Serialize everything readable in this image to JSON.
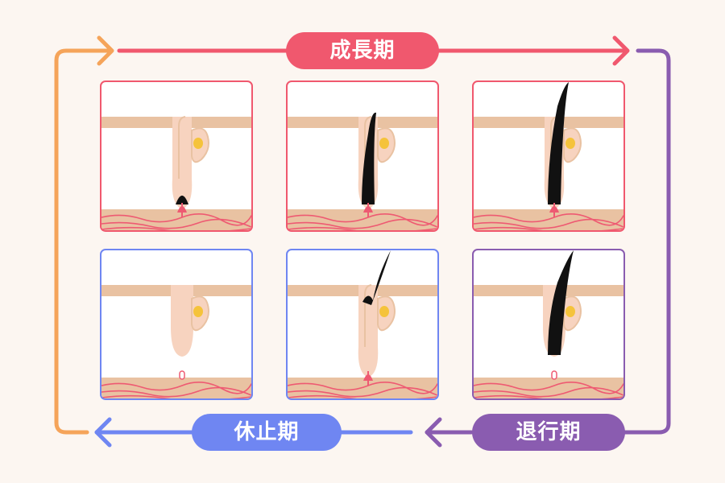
{
  "phases": {
    "growth": {
      "label": "成長期",
      "color": "#f0586e"
    },
    "catagen": {
      "label": "退行期",
      "color": "#8a5cb0"
    },
    "telogen": {
      "label": "休止期",
      "color": "#6f86f2"
    },
    "transition": {
      "color": "#f5a45a"
    }
  },
  "diagram": {
    "colors": {
      "skin": "#e9c2a2",
      "dermis": "#ffffff",
      "follicle": "#f7d3bf",
      "hair": "#111111",
      "vessel": "#ee5a72",
      "gland": "#f5c33b"
    },
    "panels": [
      {
        "id": "growth-1",
        "phase": "growth",
        "hair": "bulb-early"
      },
      {
        "id": "growth-2",
        "phase": "growth",
        "hair": "emerging"
      },
      {
        "id": "growth-3",
        "phase": "growth",
        "hair": "full"
      },
      {
        "id": "telogen-1",
        "phase": "telogen",
        "hair": "none-shed"
      },
      {
        "id": "telogen-2",
        "phase": "telogen",
        "hair": "new-short"
      },
      {
        "id": "catagen-1",
        "phase": "catagen",
        "hair": "detached"
      }
    ]
  }
}
